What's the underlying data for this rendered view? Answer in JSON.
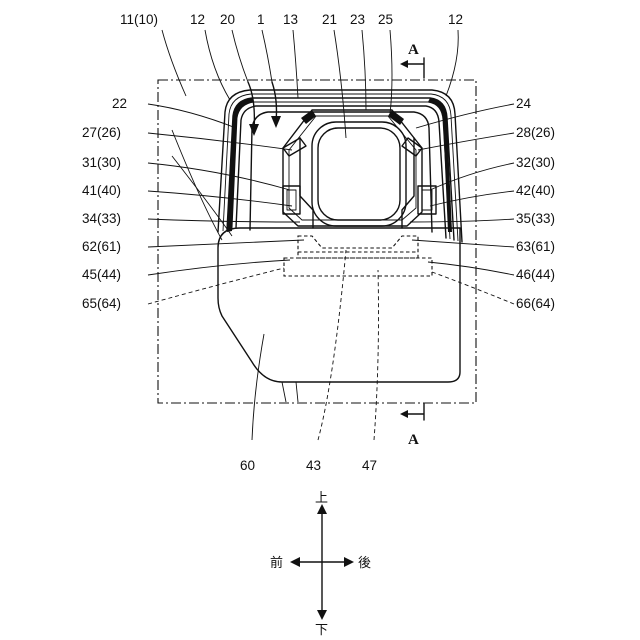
{
  "labels": {
    "l_11_10": "11(10)",
    "l_12_left": "12",
    "l_20": "20",
    "l_1": "1",
    "l_13": "13",
    "l_21": "21",
    "l_23": "23",
    "l_25": "25",
    "l_12_right": "12",
    "l_22": "22",
    "l_24": "24",
    "l_27_26": "27(26)",
    "l_28_26": "28(26)",
    "l_31_30": "31(30)",
    "l_32_30": "32(30)",
    "l_41_40": "41(40)",
    "l_42_40": "42(40)",
    "l_34_33": "34(33)",
    "l_35_33": "35(33)",
    "l_62_61": "62(61)",
    "l_63_61": "63(61)",
    "l_45_44": "45(44)",
    "l_46_44": "46(44)",
    "l_65_64": "65(64)",
    "l_66_64": "66(64)",
    "l_60": "60",
    "l_43": "43",
    "l_47": "47"
  },
  "section": {
    "top": "A",
    "bottom": "A"
  },
  "directions": {
    "up": "上",
    "down": "下",
    "front": "前",
    "rear": "後"
  }
}
